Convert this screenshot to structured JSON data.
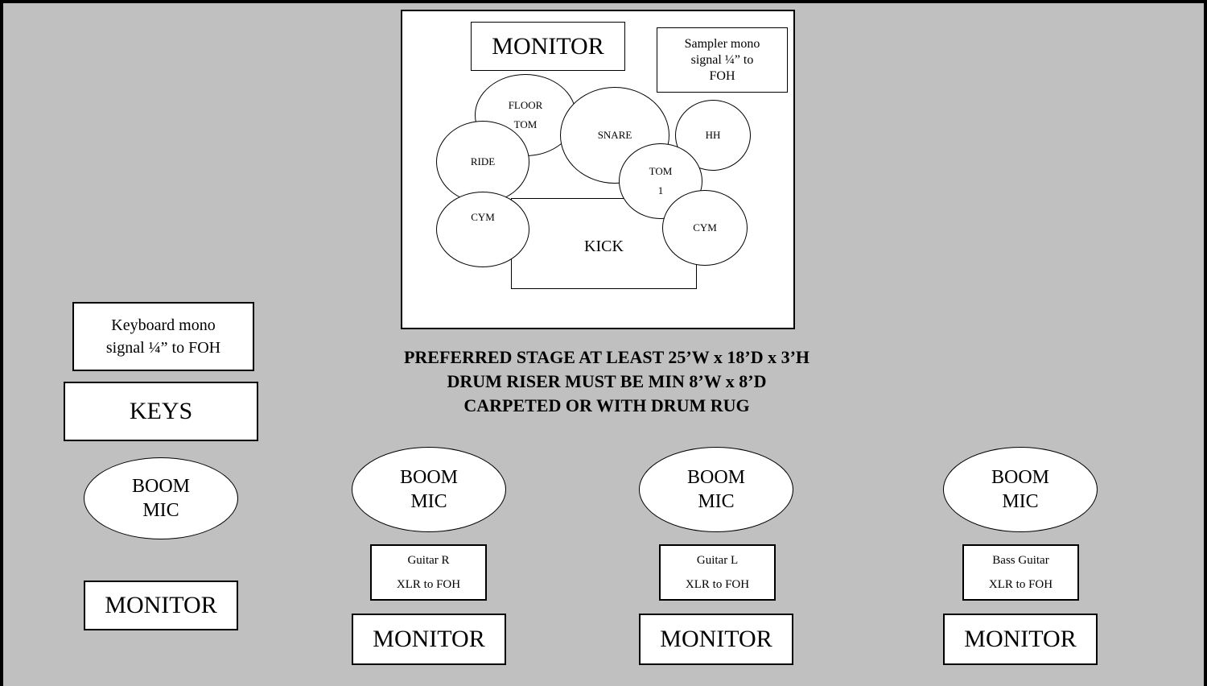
{
  "drum_riser": {
    "monitor": "MONITOR",
    "sampler": [
      "Sampler mono",
      "signal ¼” to",
      "FOH"
    ],
    "floor_tom": [
      "FLOOR",
      "TOM"
    ],
    "snare": "SNARE",
    "hh": "HH",
    "ride": "RIDE",
    "tom1": [
      "TOM",
      "1"
    ],
    "cym_left": "CYM",
    "cym_right": "CYM",
    "kick": "KICK"
  },
  "notes": [
    "PREFERRED STAGE AT LEAST 25’W x 18’D x 3’H",
    "DRUM RISER MUST BE MIN 8’W x 8’D",
    "CARPETED OR WITH DRUM RUG"
  ],
  "keys": {
    "signal": [
      "Keyboard mono",
      "signal ¼” to FOH"
    ],
    "label": "KEYS",
    "mic": [
      "BOOM",
      "MIC"
    ],
    "monitor": "MONITOR"
  },
  "guitar_r": {
    "mic": [
      "BOOM",
      "MIC"
    ],
    "signal": [
      "Guitar R",
      "XLR to FOH"
    ],
    "monitor": "MONITOR"
  },
  "guitar_l": {
    "mic": [
      "BOOM",
      "MIC"
    ],
    "signal": [
      "Guitar L",
      "XLR to FOH"
    ],
    "monitor": "MONITOR"
  },
  "bass": {
    "mic": [
      "BOOM",
      "MIC"
    ],
    "signal": [
      "Bass Guitar",
      "XLR to FOH"
    ],
    "monitor": "MONITOR"
  }
}
